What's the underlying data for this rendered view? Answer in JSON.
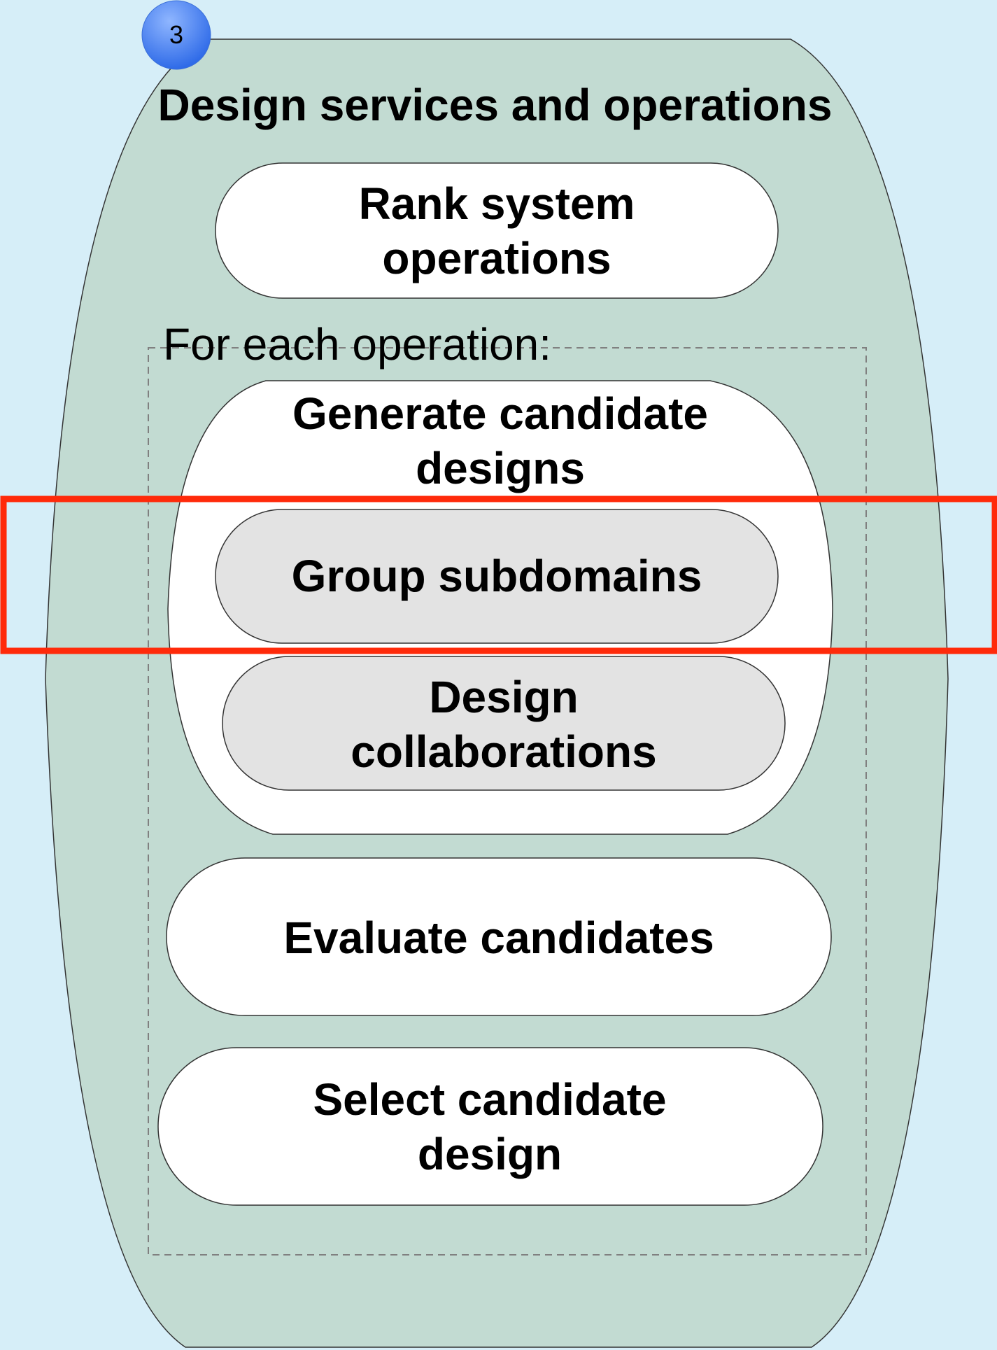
{
  "diagram": {
    "step_badge": "3",
    "title": "Design services and operations",
    "loop_label": "For each operation:",
    "activities": {
      "rank": "Rank system operations",
      "generate": "Generate candidate designs",
      "group": "Group subdomains",
      "collaborations": "Design collaborations",
      "evaluate": "Evaluate candidates",
      "select": "Select candidate design"
    }
  },
  "colors": {
    "page_background": "#d6eef8",
    "outer_container": "#c2dbd2",
    "activity_fill": "#ffffff",
    "sub_activity_fill": "#e3e3e3",
    "badge": "#3f7cf2",
    "highlight": "#ff2a0a"
  }
}
